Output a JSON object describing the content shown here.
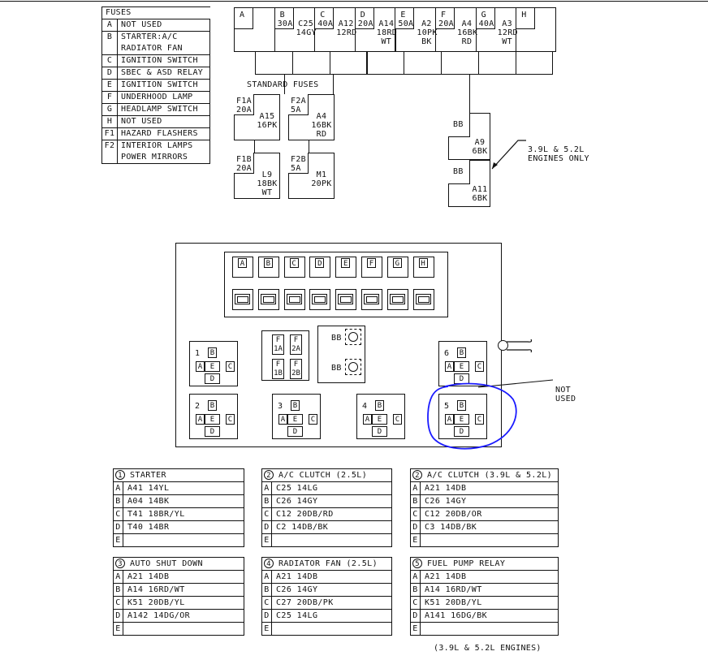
{
  "fuse_legend": {
    "title": "FUSES",
    "rows": [
      {
        "key": "A",
        "desc": "NOT USED"
      },
      {
        "key": "B",
        "desc": "STARTER:A/C"
      },
      {
        "key": "",
        "desc": "RADIATOR FAN"
      },
      {
        "key": "C",
        "desc": "IGNITION SWITCH"
      },
      {
        "key": "D",
        "desc": "SBEC & ASD RELAY"
      },
      {
        "key": "E",
        "desc": "IGNITION SWITCH"
      },
      {
        "key": "F",
        "desc": "UNDERHOOD LAMP"
      },
      {
        "key": "G",
        "desc": "HEADLAMP SWITCH"
      },
      {
        "key": "H",
        "desc": "NOT USED"
      },
      {
        "key": "F1",
        "desc": "HAZARD FLASHERS"
      },
      {
        "key": "F2",
        "desc": "INTERIOR LAMPS"
      },
      {
        "key": "",
        "desc": "POWER MIRRORS"
      }
    ]
  },
  "maxi_fuses": [
    {
      "letter": "A",
      "amp": "",
      "wire": [
        "",
        ""
      ]
    },
    {
      "letter": "B",
      "amp": "30A",
      "wire": [
        "C25",
        "14GY"
      ]
    },
    {
      "letter": "C",
      "amp": "40A",
      "wire": [
        "A12",
        "12RD"
      ]
    },
    {
      "letter": "D",
      "amp": "20A",
      "wire": [
        "A14",
        "18RD",
        "WT"
      ]
    },
    {
      "letter": "E",
      "amp": "50A",
      "wire": [
        "A2",
        "10PK",
        "BK"
      ]
    },
    {
      "letter": "F",
      "amp": "20A",
      "wire": [
        "A4",
        "16BK",
        "RD"
      ]
    },
    {
      "letter": "G",
      "amp": "40A",
      "wire": [
        "A3",
        "12RD",
        "WT"
      ]
    },
    {
      "letter": "H",
      "amp": "",
      "wire": [
        "",
        ""
      ]
    }
  ],
  "standard_fuses": {
    "label": "STANDARD FUSES",
    "items": [
      {
        "id": "F1A",
        "amp": "20A",
        "wire": [
          "A15",
          "16PK"
        ]
      },
      {
        "id": "F2A",
        "amp": "5A",
        "wire": [
          "A4",
          "16BK",
          "RD"
        ]
      },
      {
        "id": "F1B",
        "amp": "20A",
        "wire": [
          "L9",
          "18BK",
          "WT"
        ]
      },
      {
        "id": "F2B",
        "amp": "5A",
        "wire": [
          "M1",
          "20PK"
        ]
      }
    ]
  },
  "circuit_breakers": {
    "items": [
      {
        "id": "BB",
        "wire": [
          "A9",
          "6BK"
        ]
      },
      {
        "id": "BB",
        "wire": [
          "A11",
          "6BK"
        ]
      }
    ],
    "note": [
      "3.9L & 5.2L",
      "ENGINES ONLY"
    ]
  },
  "pdc": {
    "fuse_letters": [
      "A",
      "B",
      "C",
      "D",
      "E",
      "F",
      "G",
      "H"
    ],
    "std_fuse_labels": [
      "F\n1A",
      "F\n2A",
      "F\n1B",
      "F\n2B"
    ],
    "bb_label": "BB",
    "relays": [
      {
        "num": "1",
        "pins": [
          "B",
          "A",
          "E",
          "C",
          "D"
        ]
      },
      {
        "num": "2",
        "pins": [
          "B",
          "A",
          "E",
          "C",
          "D"
        ]
      },
      {
        "num": "3",
        "pins": [
          "B",
          "A",
          "E",
          "C",
          "D"
        ]
      },
      {
        "num": "4",
        "pins": [
          "B",
          "A",
          "E",
          "C",
          "D"
        ]
      },
      {
        "num": "5",
        "pins": [
          "B",
          "A",
          "E",
          "C",
          "D"
        ]
      },
      {
        "num": "6",
        "pins": [
          "B",
          "A",
          "E",
          "C",
          "D"
        ]
      }
    ],
    "not_used_note": [
      "NOT",
      "USED"
    ],
    "highlight_color": "#1a1aff"
  },
  "relay_tables": [
    {
      "num": "1",
      "title": "STARTER",
      "rows": [
        [
          "A",
          "A41 14YL"
        ],
        [
          "B",
          "A04 14BK"
        ],
        [
          "C",
          "T41 18BR/YL"
        ],
        [
          "D",
          "T40 14BR"
        ],
        [
          "E",
          ""
        ]
      ]
    },
    {
      "num": "2",
      "title": "A/C CLUTCH (2.5L)",
      "rows": [
        [
          "A",
          "C25 14LG"
        ],
        [
          "B",
          "C26 14GY"
        ],
        [
          "C",
          "C12 20DB/RD"
        ],
        [
          "D",
          "C2 14DB/BK"
        ],
        [
          "E",
          ""
        ]
      ]
    },
    {
      "num": "2",
      "title": "A/C CLUTCH (3.9L & 5.2L)",
      "rows": [
        [
          "A",
          "A21 14DB"
        ],
        [
          "B",
          "C26 14GY"
        ],
        [
          "C",
          "C12 20DB/OR"
        ],
        [
          "D",
          "C3 14DB/BK"
        ],
        [
          "E",
          ""
        ]
      ]
    },
    {
      "num": "3",
      "title": "AUTO SHUT DOWN",
      "rows": [
        [
          "A",
          "A21 14DB"
        ],
        [
          "B",
          "A14 16RD/WT"
        ],
        [
          "C",
          "K51 20DB/YL"
        ],
        [
          "D",
          "A142 14DG/OR"
        ],
        [
          "E",
          ""
        ]
      ]
    },
    {
      "num": "4",
      "title": "RADIATOR FAN (2.5L)",
      "rows": [
        [
          "A",
          "A21 14DB"
        ],
        [
          "B",
          "C26 14GY"
        ],
        [
          "C",
          "C27 20DB/PK"
        ],
        [
          "D",
          "C25 14LG"
        ],
        [
          "E",
          ""
        ]
      ]
    },
    {
      "num": "5",
      "title": "FUEL PUMP RELAY",
      "rows": [
        [
          "A",
          "A21 14DB"
        ],
        [
          "B",
          "A14 16RD/WT"
        ],
        [
          "C",
          "K51 20DB/YL"
        ],
        [
          "D",
          "A141 16DG/BK"
        ],
        [
          "E",
          ""
        ]
      ]
    }
  ],
  "footnote": "(3.9L & 5.2L ENGINES)"
}
